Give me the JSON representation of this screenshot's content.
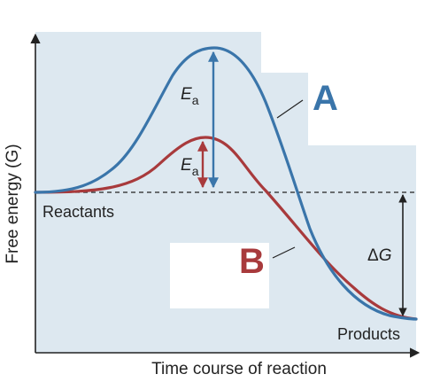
{
  "axes": {
    "y_label": "Free energy (G)",
    "x_label": "Time course of reaction"
  },
  "labels": {
    "reactants": "Reactants",
    "products": "Products",
    "activation_energy_symbol": "E",
    "activation_energy_subscript": "a",
    "delta_symbol": "Δ",
    "delta_variable": "G"
  },
  "curves": {
    "a": {
      "label": "A",
      "color": "#3a75aa"
    },
    "b": {
      "label": "B",
      "color": "#a83a3c"
    }
  },
  "colors": {
    "background_panel": "#dde8f0",
    "axis": "#222222",
    "dashed_line": "#222222"
  }
}
